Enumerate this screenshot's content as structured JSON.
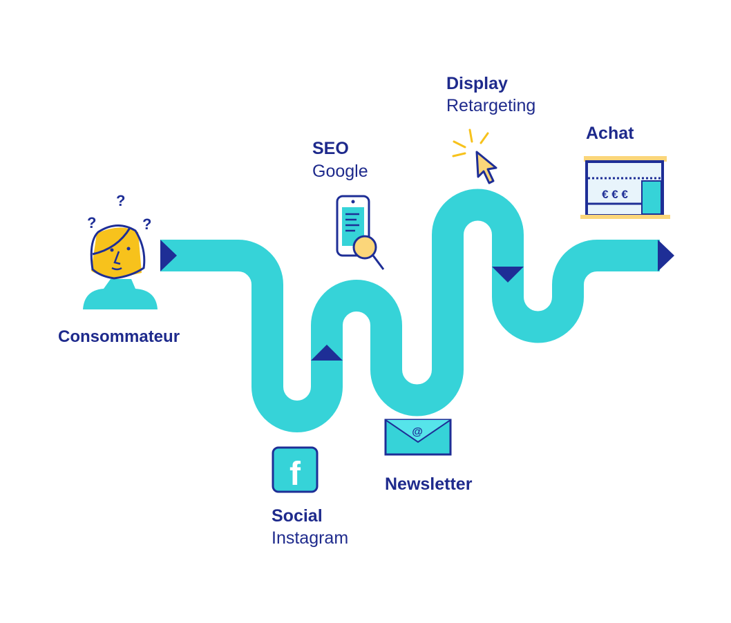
{
  "colors": {
    "path": "#36d3d8",
    "arrow": "#1e2e96",
    "text": "#1e2a8c",
    "yellow": "#f7c21c",
    "light": "#e8f4fb"
  },
  "steps": [
    {
      "title": "Consommateur",
      "subtitle": null,
      "icon": "consumer-icon"
    },
    {
      "title": "Social",
      "subtitle": "Instagram",
      "icon": "facebook-icon"
    },
    {
      "title": "SEO",
      "subtitle": "Google",
      "icon": "phone-search-icon"
    },
    {
      "title": "Newsletter",
      "subtitle": null,
      "icon": "email-icon"
    },
    {
      "title": "Display",
      "subtitle": "Retargeting",
      "icon": "cursor-click-icon"
    },
    {
      "title": "Achat",
      "subtitle": null,
      "icon": "shop-icon"
    }
  ],
  "icon_text": {
    "question": "?",
    "facebook": "f",
    "email": "@",
    "euro": "€ € €"
  }
}
